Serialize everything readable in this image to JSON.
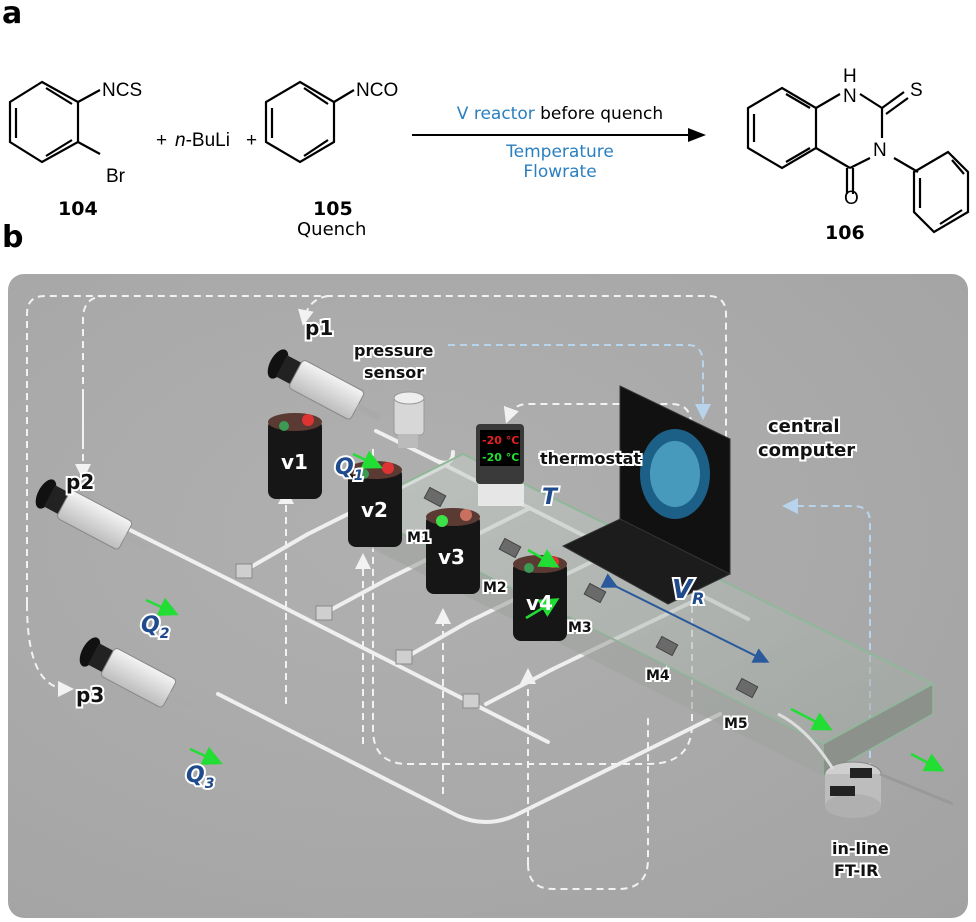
{
  "panels": {
    "a": "a",
    "b": "b"
  },
  "scheme": {
    "reactant1": {
      "group": "NCS",
      "substituent": "Br",
      "id": "104"
    },
    "plus1": "+",
    "reagent_prefix": "n",
    "reagent_suffix": "-BuLi",
    "plus2": "+",
    "reactant2": {
      "group": "NCO",
      "id": "105",
      "caption": "Quench"
    },
    "arrow_above_highlight": "V reactor",
    "arrow_above_rest": " before quench",
    "arrow_below": [
      "Temperature",
      "Flowrate"
    ],
    "product": {
      "id": "106",
      "atoms": {
        "nh": "H",
        "n1": "N",
        "s": "S",
        "n2": "N",
        "o": "O"
      }
    },
    "highlight_color": "#2a7fc0"
  },
  "setup": {
    "pumps": [
      "p1",
      "p2",
      "p3"
    ],
    "flows": [
      "Q",
      "Q",
      "Q"
    ],
    "flow_subs": [
      "1",
      "2",
      "3"
    ],
    "pressure_sensor": [
      "pressure",
      "sensor"
    ],
    "thermostat": {
      "label": "thermostat",
      "display_set": "-20 °C",
      "display_actual": "-20 °C",
      "symbol": "T"
    },
    "computer": [
      "central",
      "computer"
    ],
    "valves": [
      "v1",
      "v2",
      "v3",
      "v4"
    ],
    "mixers": [
      "M1",
      "M2",
      "M3",
      "M4",
      "M5"
    ],
    "reactor_volume": {
      "symbol": "V",
      "sub": "R"
    },
    "ftir": [
      "in-line",
      "FT-IR"
    ],
    "colors": {
      "flow_arrow": "#22dd33",
      "control_line": "#f2f2f2",
      "sensor_line": "#b8d4ec",
      "label_blue": "#1f4a8c"
    }
  }
}
